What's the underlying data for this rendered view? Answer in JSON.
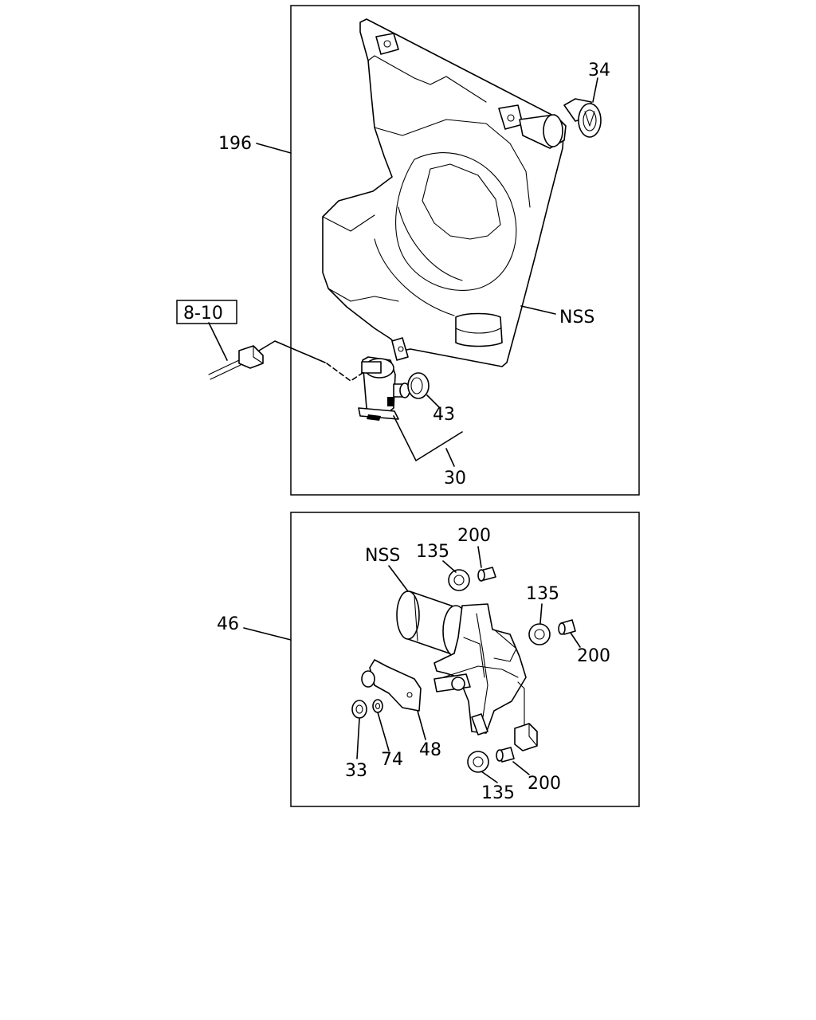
{
  "top_panel": {
    "callouts": {
      "reservoir": "196",
      "cap": "34",
      "nss": "NSS",
      "reference_box": "8-10",
      "grommet": "43",
      "pump": "30"
    }
  },
  "bottom_panel": {
    "callouts": {
      "motor_assembly": "46",
      "nss": "NSS",
      "bushing_top": "135",
      "collar_top": "200",
      "bushing_right": "135",
      "collar_right": "200",
      "bushing_bottom": "135",
      "collar_bottom": "200",
      "bracket": "48",
      "washer": "74",
      "nut": "33"
    }
  }
}
